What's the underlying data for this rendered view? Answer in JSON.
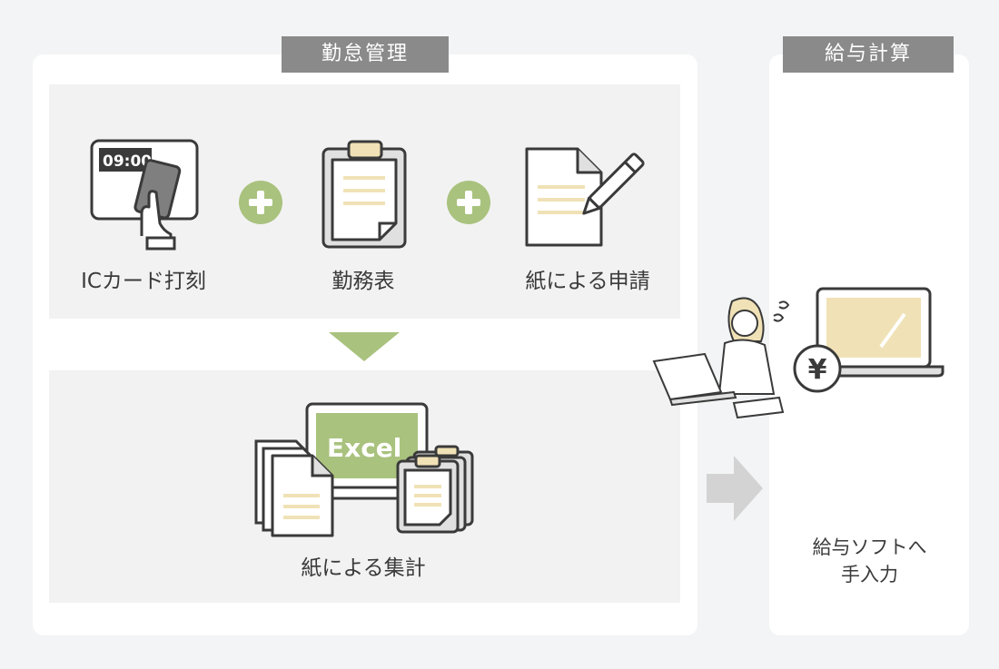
{
  "headers": {
    "attendance": "勤怠管理",
    "payroll": "給与計算"
  },
  "items": {
    "ic_card": {
      "label": "ICカード打刻",
      "clock": "09:00"
    },
    "timesheet": {
      "label": "勤務表"
    },
    "paper_request": {
      "label": "紙による申請"
    },
    "paper_aggregate": {
      "label": "紙による集計",
      "app": "Excel"
    }
  },
  "payroll_step": {
    "line1": "給与ソフトへ",
    "line2": "手入力",
    "currency_symbol": "¥"
  },
  "colors": {
    "background": "#f3f4f5",
    "panel": "#ffffff",
    "section": "#f2f2f2",
    "header": "#8a8a8a",
    "accent_green": "#a9c27e",
    "highlight_beige": "#f0e2b6",
    "arrow_gray": "#d3d3d3"
  }
}
